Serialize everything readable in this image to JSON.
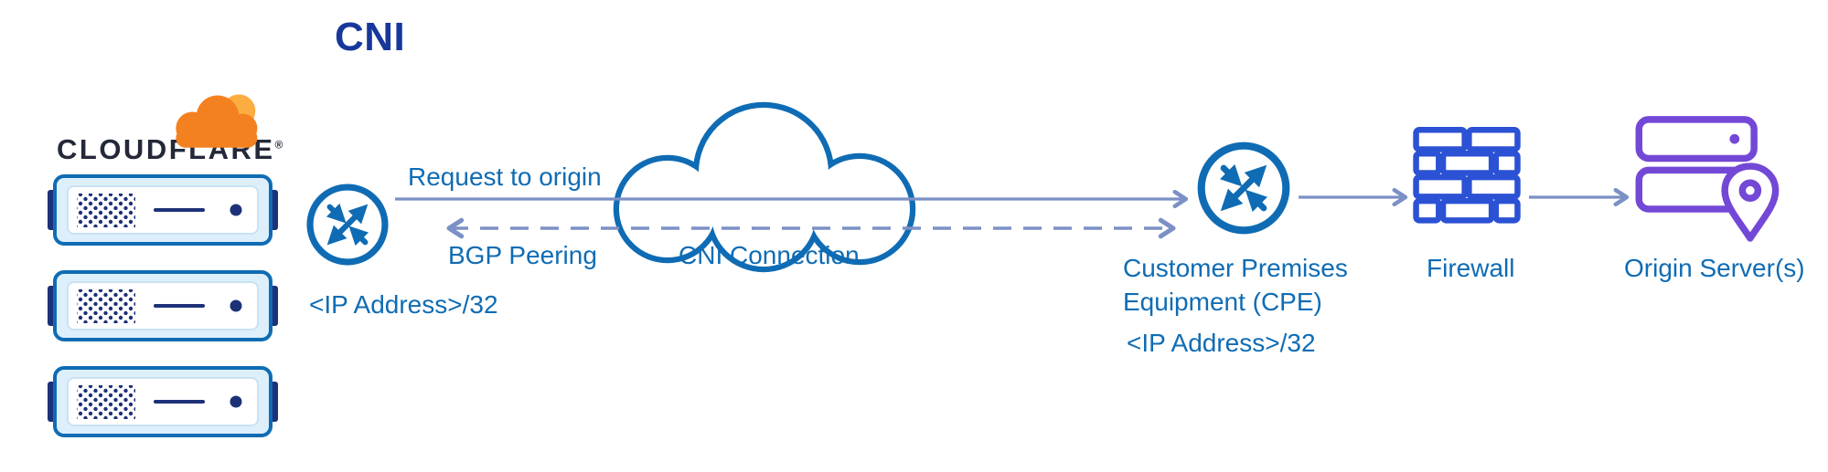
{
  "title": "CNI",
  "colors": {
    "blue": "#0f6cb4",
    "title_blue": "#17379b",
    "arrow": "#7b90c5",
    "firewall_blue": "#2b51d4",
    "purple": "#7348d6",
    "navy": "#1d3178",
    "orange": "#f48120",
    "orange_light": "#fbad41",
    "wordmark": "#232939",
    "server_fill": "#ddeffa"
  },
  "cloudflare": {
    "wordmark": "CLOUDFLARE",
    "trademark": "®",
    "servers_count": 3
  },
  "labels": {
    "request_to_origin": "Request to origin",
    "bgp_peering": "BGP Peering",
    "cni_connection": "CNI Connection",
    "edge_router_ip": "<IP Address>/32",
    "cpe": "Customer Premises Equipment (CPE)",
    "cpe_ip": "<IP Address>/32",
    "firewall": "Firewall",
    "origin": "Origin Server(s)"
  },
  "icons": {
    "cloudflare_logo": "cloudflare-cloud-icon",
    "edge_servers": "server-rack-icon",
    "router": "router-icon",
    "cni_cloud": "cloud-icon",
    "firewall": "firewall-brick-icon",
    "origin": "origin-server-icon",
    "location_pin": "location-pin-icon"
  },
  "edges": {
    "request_to_origin": {
      "style": "solid",
      "direction": "right"
    },
    "bgp_peering": {
      "style": "dashed",
      "direction": "both"
    },
    "cpe_to_firewall": {
      "style": "solid",
      "direction": "right"
    },
    "firewall_to_origin": {
      "style": "solid",
      "direction": "right"
    }
  }
}
